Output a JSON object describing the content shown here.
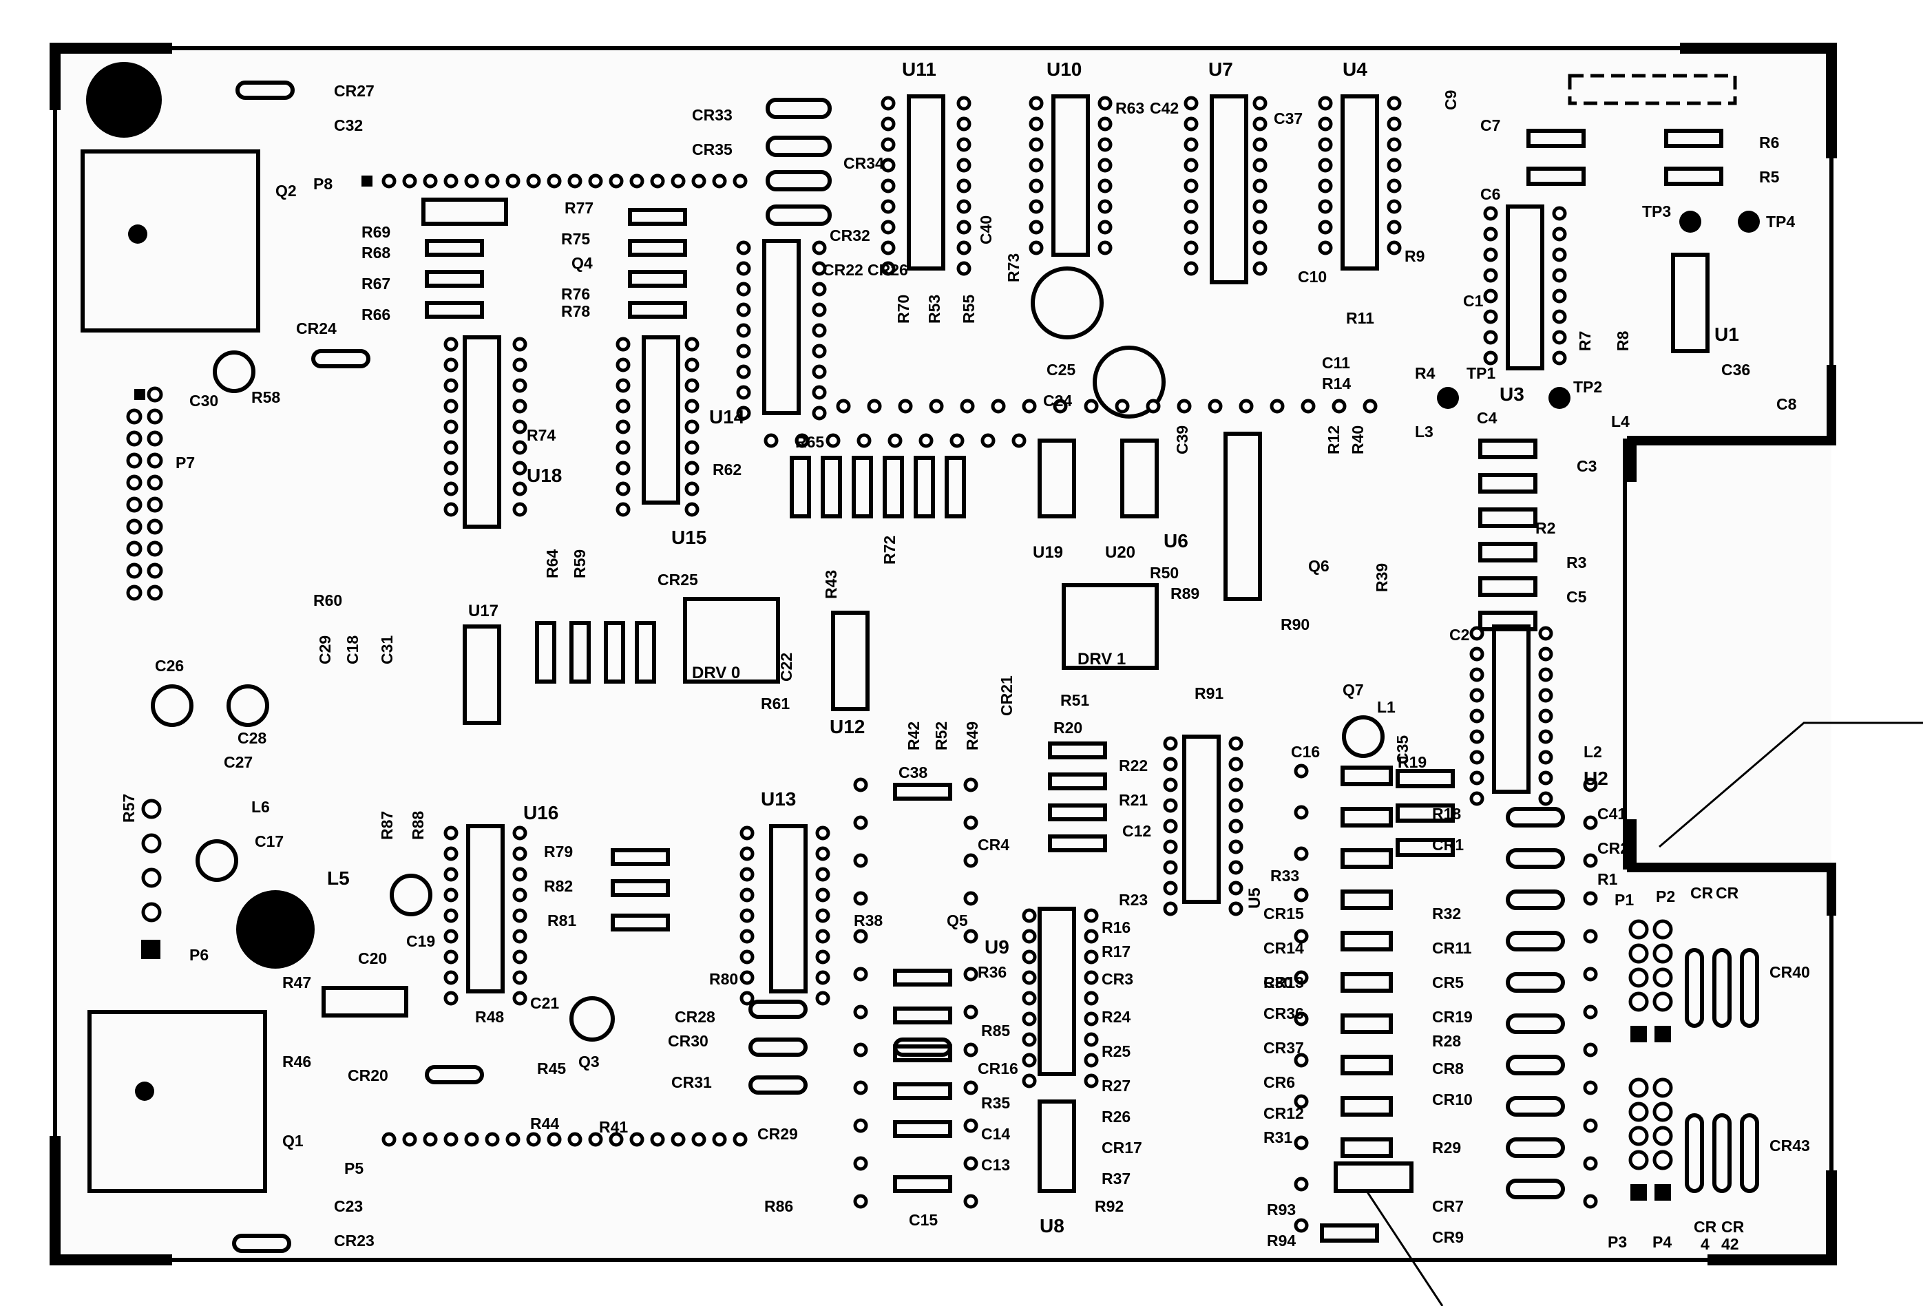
{
  "colors": {
    "background": "#ffffff",
    "ink": "#000000"
  },
  "labels": {
    "connectors": [
      "P1",
      "P2",
      "P3",
      "P4",
      "P5",
      "P6",
      "P7",
      "P8"
    ],
    "ics": [
      "U1",
      "U2",
      "U3",
      "U4",
      "U5",
      "U6",
      "U7",
      "U8",
      "U9",
      "U10",
      "U11",
      "U12",
      "U13",
      "U14",
      "U15",
      "U16",
      "U17",
      "U18",
      "U19",
      "U20"
    ],
    "drivers": [
      "DRV 0",
      "DRV 1"
    ],
    "transistors": [
      "Q1",
      "Q2",
      "Q3",
      "Q4",
      "Q5",
      "Q6",
      "Q7"
    ],
    "test_points": [
      "TP1",
      "TP2",
      "TP3",
      "TP4"
    ],
    "inductors": [
      "L1",
      "L2",
      "L3",
      "L4",
      "L5",
      "L6"
    ],
    "capacitors": [
      "C1",
      "C2",
      "C3",
      "C4",
      "C5",
      "C6",
      "C7",
      "C8",
      "C9",
      "C10",
      "C11",
      "C12",
      "C13",
      "C14",
      "C15",
      "C16",
      "C17",
      "C18",
      "C19",
      "C20",
      "C21",
      "C22",
      "C23",
      "C24",
      "C25",
      "C26",
      "C27",
      "C28",
      "C29",
      "C30",
      "C31",
      "C32",
      "C35",
      "C36",
      "C37",
      "C38",
      "C39",
      "C40",
      "C41",
      "C42"
    ],
    "diodes": [
      "CR1",
      "CR2",
      "CR3",
      "CR4",
      "CR5",
      "CR6",
      "CR7",
      "CR8",
      "CR9",
      "CR10",
      "CR11",
      "CR12",
      "CR13",
      "CR14",
      "CR15",
      "CR16",
      "CR17",
      "CR19",
      "CR20",
      "CR21",
      "CR22",
      "CR23",
      "CR24",
      "CR25",
      "CR26",
      "CR27",
      "CR28",
      "CR29",
      "CR30",
      "CR31",
      "CR32",
      "CR33",
      "CR34",
      "CR35",
      "CR36",
      "CR37",
      "CR40",
      "CR43"
    ],
    "diode_stacked": [
      "CR",
      "CR",
      "CR",
      "CR",
      "4",
      "42"
    ],
    "resistors": [
      "R1",
      "R2",
      "R3",
      "R4",
      "R5",
      "R6",
      "R7",
      "R8",
      "R9",
      "R11",
      "R12",
      "R14",
      "R16",
      "R17",
      "R18",
      "R19",
      "R20",
      "R21",
      "R22",
      "R23",
      "R24",
      "R25",
      "R26",
      "R27",
      "R28",
      "R29",
      "R30",
      "R31",
      "R32",
      "R33",
      "R35",
      "R36",
      "R37",
      "R38",
      "R39",
      "R40",
      "R41",
      "R42",
      "R43",
      "R44",
      "R45",
      "R46",
      "R47",
      "R48",
      "R49",
      "R50",
      "R51",
      "R52",
      "R53",
      "R55",
      "R57",
      "R58",
      "R59",
      "R60",
      "R61",
      "R62",
      "R63",
      "R64",
      "R65",
      "R66",
      "R67",
      "R68",
      "R69",
      "R70",
      "R72",
      "R73",
      "R74",
      "R75",
      "R76",
      "R77",
      "R78",
      "R79",
      "R80",
      "R81",
      "R82",
      "R85",
      "R86",
      "R87",
      "R88",
      "R89",
      "R90",
      "R91",
      "R92",
      "R93",
      "R94"
    ]
  }
}
